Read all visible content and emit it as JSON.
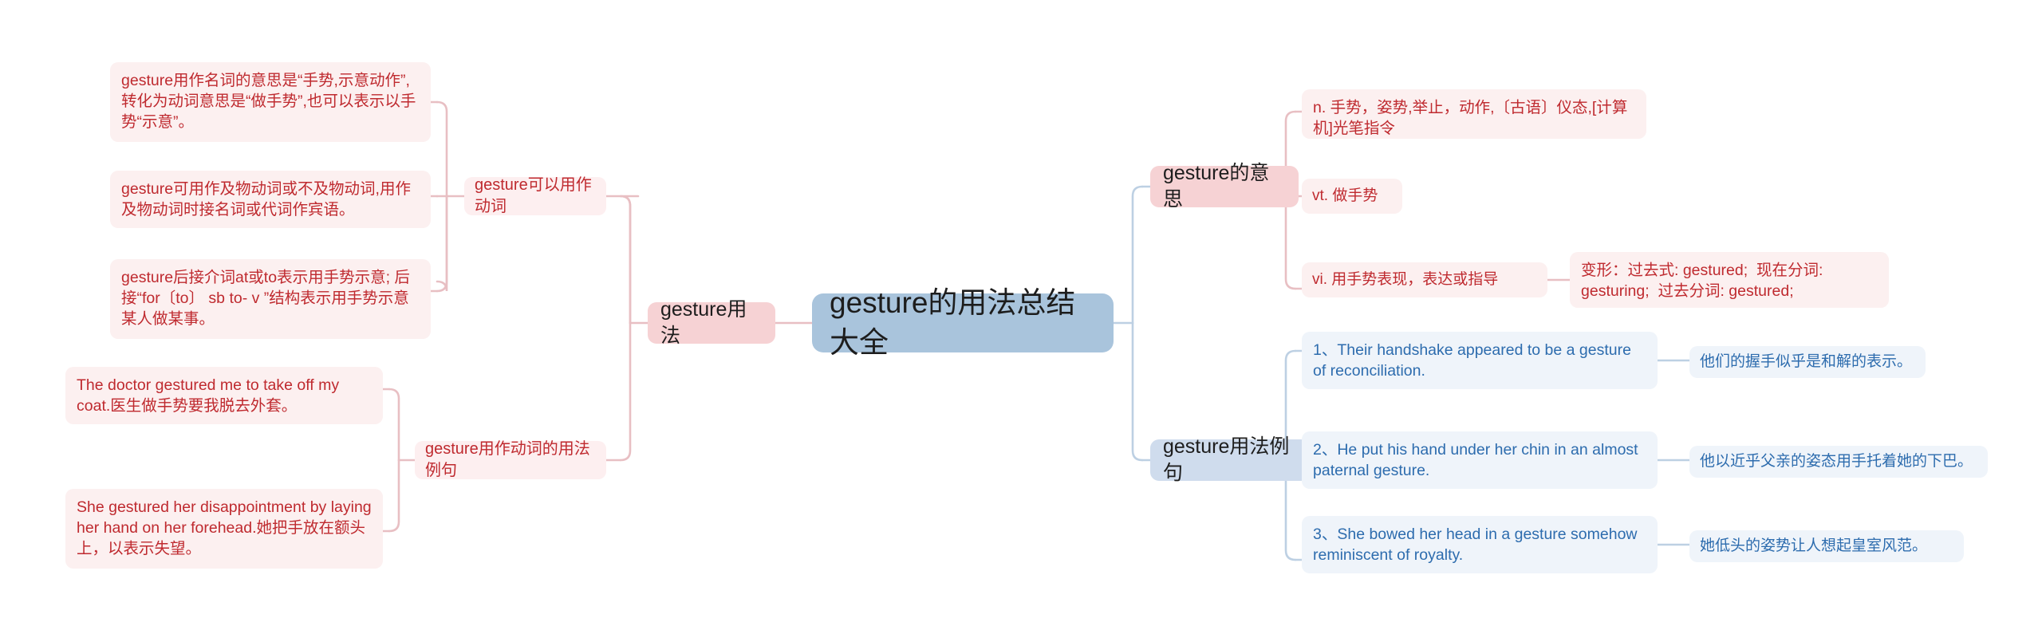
{
  "theme": {
    "root_fill": "#a9c4dc",
    "branch_pink_fill": "#f6d2d4",
    "branch_blue_fill": "#cfdced",
    "leaf_pink_fill": "#fcf0f0",
    "leaf_blue_fill": "#eff4fa",
    "pink_text": "#bf2a2f",
    "blue_text": "#2d6cae",
    "pink_link": "#e8bfc3",
    "blue_link": "#bdd0e3",
    "background": "#ffffff"
  },
  "root": {
    "label": "gesture的用法总结大全"
  },
  "left": {
    "usage_branch": {
      "label": "gesture用法",
      "subtopics": [
        {
          "label": "gesture可以用作动词",
          "leaves": [
            "gesture用作名词的意思是“手势,示意动作”,转化为动词意思是“做手势”,也可以表示以手势“示意”。",
            "gesture可用作及物动词或不及物动词,用作及物动词时接名词或代词作宾语。",
            "gesture后接介词at或to表示用手势示意; 后接“for〔to〕 sb to- v ”结构表示用手势示意某人做某事。"
          ]
        },
        {
          "label": "gesture用作动词的用法例句",
          "leaves": [
            "The doctor gestured me to take off my coat.医生做手势要我脱去外套。",
            "She gestured her disappointment by laying her hand on her forehead.她把手放在额头上，以表示失望。"
          ]
        }
      ]
    }
  },
  "right": {
    "meaning_branch": {
      "label": "gesture的意思",
      "senses": [
        {
          "text": "n. 手势，姿势,举止，动作,〔古语〕仪态,[计算机]光笔指令",
          "detail": null
        },
        {
          "text": "vt. 做手势",
          "detail": null
        },
        {
          "text": "vi. 用手势表现，表达或指导",
          "detail": "变形：过去式: gestured;  现在分词: gesturing;  过去分词: gestured;"
        }
      ]
    },
    "examples_branch": {
      "label": "gesture用法例句",
      "examples": [
        {
          "sentence": "1、Their handshake appeared to be a gesture of reconciliation.",
          "translation": "他们的握手似乎是和解的表示。"
        },
        {
          "sentence": "2、He put his hand under her chin in an almost paternal gesture.",
          "translation": "他以近乎父亲的姿态用手托着她的下巴。"
        },
        {
          "sentence": "3、She bowed her head in a gesture somehow reminiscent of royalty.",
          "translation": "她低头的姿势让人想起皇室风范。"
        }
      ]
    }
  }
}
